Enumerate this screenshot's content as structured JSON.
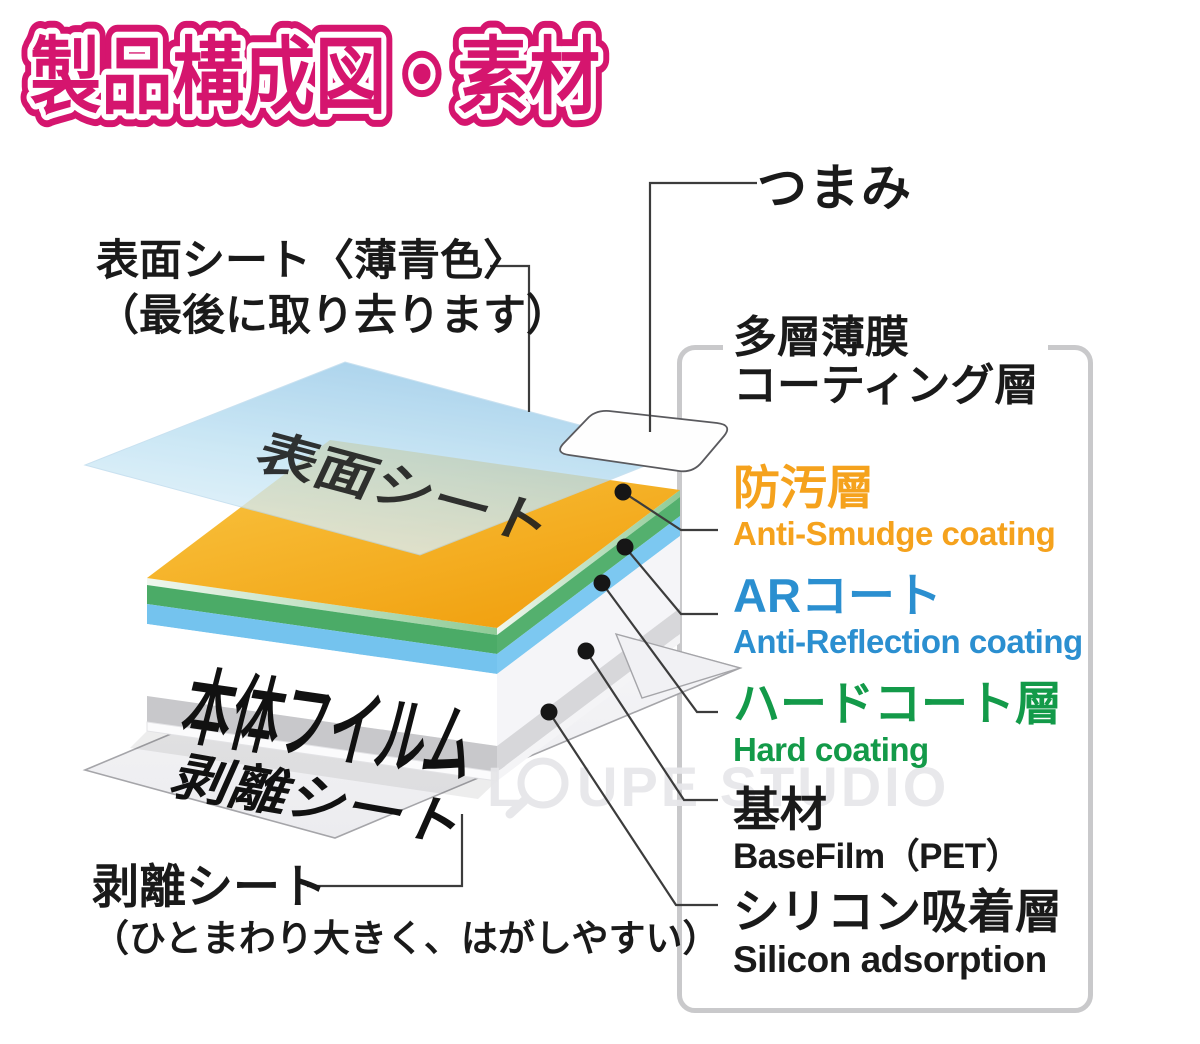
{
  "title": "製品構成図・素材",
  "diagram": {
    "surface_sheet_text": "表面シート",
    "body_film_text": "本体フイルム",
    "release_sheet_text": "剥離シート"
  },
  "callouts": {
    "tsumami": "つまみ",
    "surface_sheet": {
      "line1": "表面シート〈薄青色〉",
      "line2": "（最後に取り去ります）"
    },
    "release_sheet": {
      "line1": "剥離シート",
      "line2": "（ひとまわり大きく、はがしやすい）"
    }
  },
  "panel": {
    "heading_line1": "多層薄膜",
    "heading_line2": "コーティング層",
    "layers": [
      {
        "jp": "防汚層",
        "en": "Anti-Smudge coating",
        "color": "#F5A21D"
      },
      {
        "jp": "ARコート",
        "en": "Anti-Reflection coating",
        "color": "#2B8FD0"
      },
      {
        "jp": "ハードコート層",
        "en": "Hard coating",
        "color": "#139A49"
      },
      {
        "jp": "基材",
        "en": "BaseFilm（PET）",
        "color": "#1A1A1A"
      },
      {
        "jp": "シリコン吸着層",
        "en": "Silicon adsorption",
        "color": "#1A1A1A"
      }
    ]
  },
  "watermark": {
    "prefix": "L",
    "suffix": "UPE STUDIO"
  },
  "colors": {
    "title_magenta": "#D5156E",
    "label_orange": "#F5A21D",
    "label_blue": "#2B8FD0",
    "label_green": "#139A49",
    "box_border_gray": "#C9C9CB",
    "surface_sheet_blue": "#9CCBE9",
    "layer_top_orange": "#F5AD1E",
    "layer_stripe_green": "#4BAB67",
    "layer_stripe_blue": "#74C3EE",
    "silicon_gray": "#C8C8CB",
    "release_sheet_gray": "#F2F2F5"
  }
}
